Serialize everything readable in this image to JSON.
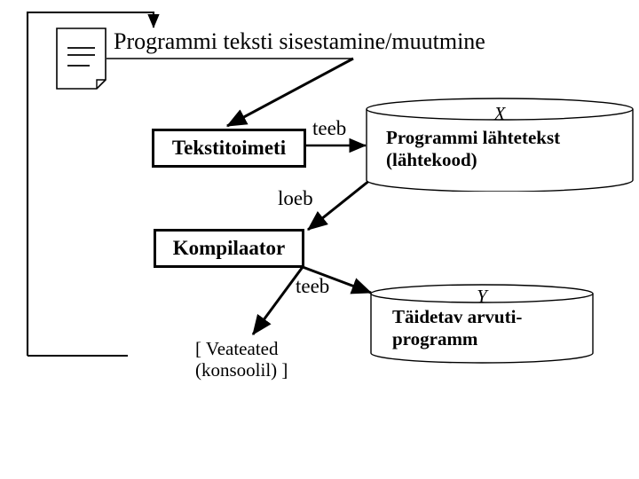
{
  "diagram": {
    "title": "Programmi teksti sisestamine/muutmine",
    "doc_icon_name": "document-page-icon",
    "processes": [
      {
        "id": "tekstitoimeti",
        "label": "Tekstitoimeti"
      },
      {
        "id": "kompilaator",
        "label": "Kompilaator"
      }
    ],
    "datastores": [
      {
        "id": "x",
        "marker": "X",
        "line1": "Programmi lähtetekst",
        "line2": "(lähtekood)"
      },
      {
        "id": "y",
        "marker": "Y",
        "line1": "Täidetav arvuti-",
        "line2": "programm"
      }
    ],
    "edge_labels": {
      "teeb_editor": "teeb",
      "loeb": "loeb",
      "teeb_compiler": "teeb"
    },
    "notes": {
      "errors_line1": "[ Veateated",
      "errors_line2": "(konsoolil) ]"
    },
    "colors": {
      "stroke": "#000000",
      "fill": "#ffffff",
      "text": "#000000"
    }
  }
}
